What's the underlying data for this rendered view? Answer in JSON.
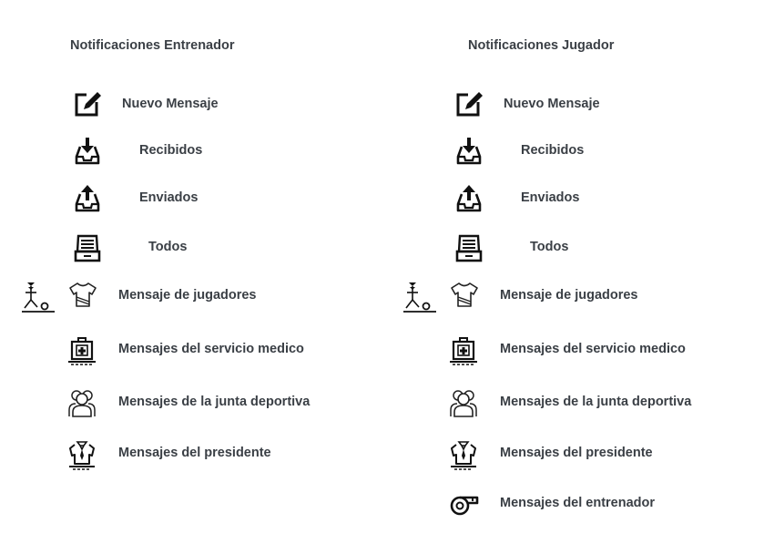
{
  "coach": {
    "title": "Notificaciones Entrenador",
    "items": [
      {
        "label": "Nuevo Mensaje",
        "icon": "edit-icon"
      },
      {
        "label": "Recibidos",
        "icon": "inbox-down-icon"
      },
      {
        "label": "Enviados",
        "icon": "outbox-up-icon"
      },
      {
        "label": "Todos",
        "icon": "drawer-all-icon"
      },
      {
        "label": "Mensaje de jugadores",
        "icon": "jersey-icon",
        "extra_icon": "player-ball-icon"
      },
      {
        "label": "Mensajes del servicio medico",
        "icon": "medical-kit-icon"
      },
      {
        "label": "Mensajes de la junta deportiva",
        "icon": "group-icon"
      },
      {
        "label": "Mensajes del presidente",
        "icon": "suit-tie-icon"
      }
    ]
  },
  "player": {
    "title": "Notificaciones Jugador",
    "items": [
      {
        "label": "Nuevo Mensaje",
        "icon": "edit-icon"
      },
      {
        "label": "Recibidos",
        "icon": "inbox-down-icon"
      },
      {
        "label": "Enviados",
        "icon": "outbox-up-icon"
      },
      {
        "label": "Todos",
        "icon": "drawer-all-icon"
      },
      {
        "label": "Mensaje de jugadores",
        "icon": "jersey-icon",
        "extra_icon": "player-ball-icon"
      },
      {
        "label": "Mensajes del servicio medico",
        "icon": "medical-kit-icon"
      },
      {
        "label": "Mensajes de la junta deportiva",
        "icon": "group-icon"
      },
      {
        "label": "Mensajes del presidente",
        "icon": "suit-tie-icon"
      },
      {
        "label": "Mensajes del entrenador",
        "icon": "whistle-icon"
      }
    ]
  }
}
